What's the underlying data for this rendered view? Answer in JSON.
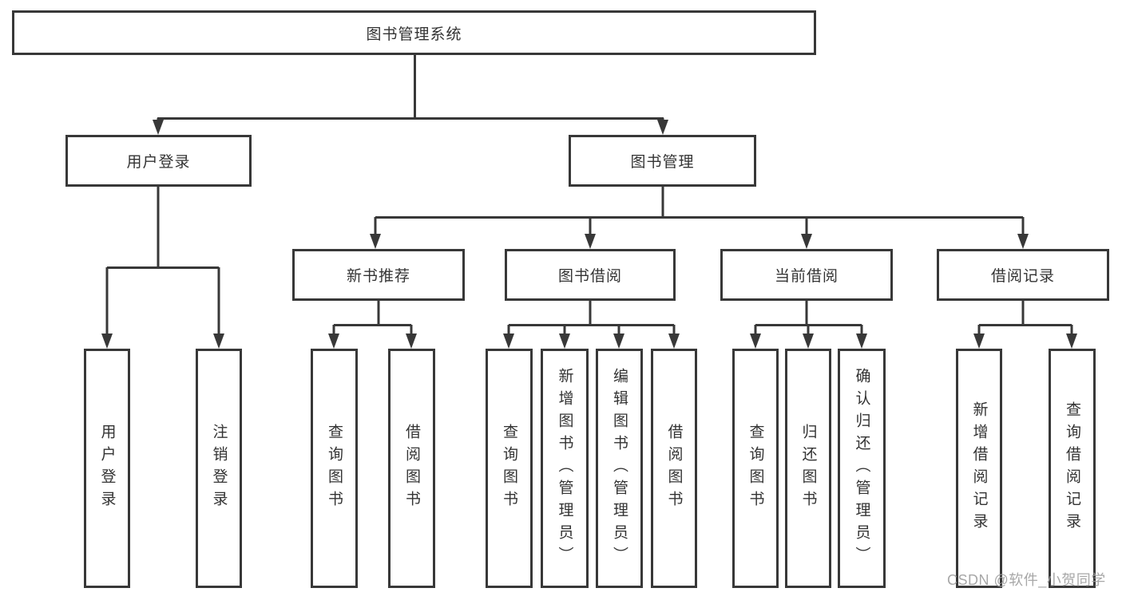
{
  "diagram_type": "tree",
  "hierarchy": {
    "label": "图书管理系统",
    "children": [
      {
        "label": "用户登录",
        "children": [
          {
            "label": "用户登录"
          },
          {
            "label": "注销登录"
          }
        ]
      },
      {
        "label": "图书管理",
        "children": [
          {
            "label": "新书推荐",
            "children": [
              {
                "label": "查询图书"
              },
              {
                "label": "借阅图书"
              }
            ]
          },
          {
            "label": "图书借阅",
            "children": [
              {
                "label": "查询图书"
              },
              {
                "label": "新增图书（管理员）"
              },
              {
                "label": "编辑图书（管理员）"
              },
              {
                "label": "借阅图书"
              }
            ]
          },
          {
            "label": "当前借阅",
            "children": [
              {
                "label": "查询图书"
              },
              {
                "label": "归还图书"
              },
              {
                "label": "确认归还（管理员）"
              }
            ]
          },
          {
            "label": "借阅记录",
            "children": [
              {
                "label": "新增借阅记录"
              },
              {
                "label": "查询借阅记录"
              }
            ]
          }
        ]
      }
    ]
  },
  "watermark": {
    "text": "CSDN @软件_小贺同学"
  },
  "colors": {
    "line": "#383838",
    "box_border": "#383838",
    "text": "#333333",
    "background": "#ffffff",
    "watermark": "#9e9e9e"
  }
}
